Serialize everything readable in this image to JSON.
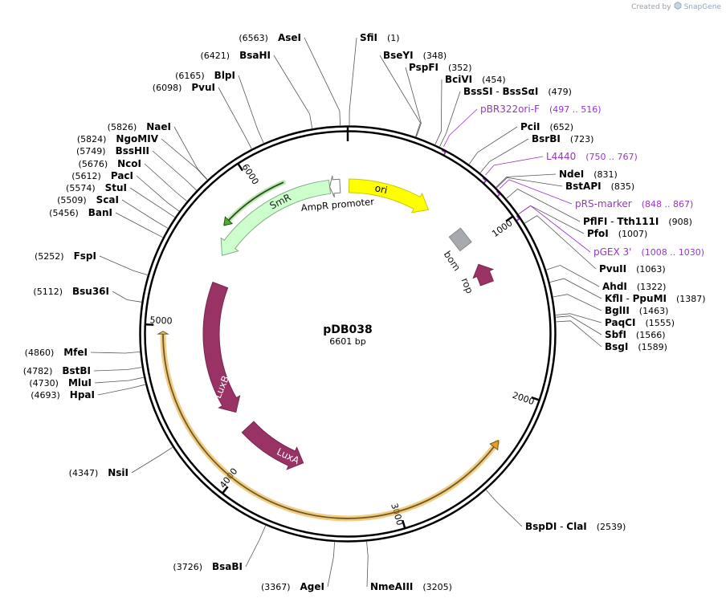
{
  "credit": {
    "prefix": "Created by",
    "brand": "SnapGene"
  },
  "plasmid": {
    "name": "pDB038",
    "length_label": "6601 bp",
    "length": 6601
  },
  "ticks": [
    "1000",
    "2000",
    "3000",
    "4000",
    "5000",
    "6000"
  ],
  "sites": [
    {
      "name": "SfiI",
      "pos": 1,
      "label": "(1)",
      "site_kind": "enzyme"
    },
    {
      "name": "BseYI",
      "pos": 348,
      "label": "(348)",
      "site_kind": "enzyme"
    },
    {
      "name": "PspFI",
      "pos": 352,
      "label": "(352)",
      "site_kind": "enzyme"
    },
    {
      "name": "BciVI",
      "pos": 454,
      "label": "(454)",
      "site_kind": "enzyme"
    },
    {
      "name": "BssSI",
      "name2": "BssSαI",
      "pos": 479,
      "label": "(479)",
      "site_kind": "enzyme"
    },
    {
      "name": "pBR322ori-F",
      "pos": 497,
      "label": "(497 .. 516)",
      "site_kind": "primer"
    },
    {
      "name": "PciI",
      "pos": 652,
      "label": "(652)",
      "site_kind": "enzyme"
    },
    {
      "name": "BsrBI",
      "pos": 723,
      "label": "(723)",
      "site_kind": "enzyme"
    },
    {
      "name": "L4440",
      "pos": 750,
      "label": "(750 .. 767)",
      "site_kind": "primer"
    },
    {
      "name": "NdeI",
      "pos": 831,
      "label": "(831)",
      "site_kind": "enzyme"
    },
    {
      "name": "BstAPI",
      "pos": 835,
      "label": "(835)",
      "site_kind": "enzyme"
    },
    {
      "name": "pRS-marker",
      "pos": 848,
      "label": "(848 .. 867)",
      "site_kind": "primer"
    },
    {
      "name": "PflFI",
      "name2": "Tth111I",
      "pos": 908,
      "label": "(908)",
      "site_kind": "enzyme"
    },
    {
      "name": "PfoI",
      "pos": 1007,
      "label": "(1007)",
      "site_kind": "enzyme"
    },
    {
      "name": "pGEX 3'",
      "pos": 1008,
      "label": "(1008 .. 1030)",
      "site_kind": "primer"
    },
    {
      "name": "PvuII",
      "pos": 1063,
      "label": "(1063)",
      "site_kind": "enzyme"
    },
    {
      "name": "AhdI",
      "pos": 1322,
      "label": "(1322)",
      "site_kind": "enzyme"
    },
    {
      "name": "KflI",
      "name2": "PpuMI",
      "pos": 1387,
      "label": "(1387)",
      "site_kind": "enzyme"
    },
    {
      "name": "BglII",
      "pos": 1463,
      "label": "(1463)",
      "site_kind": "enzyme"
    },
    {
      "name": "PaqCI",
      "pos": 1555,
      "label": "(1555)",
      "site_kind": "enzyme"
    },
    {
      "name": "SbfI",
      "pos": 1566,
      "label": "(1566)",
      "site_kind": "enzyme"
    },
    {
      "name": "BsgI",
      "pos": 1589,
      "label": "(1589)",
      "site_kind": "enzyme"
    },
    {
      "name": "BspDI",
      "name2": "ClaI",
      "pos": 2539,
      "label": "(2539)",
      "site_kind": "enzyme"
    },
    {
      "name": "NmeAIII",
      "pos": 3205,
      "label": "(3205)",
      "site_kind": "enzyme"
    },
    {
      "name": "AgeI",
      "pos": 3367,
      "label": "(3367)",
      "site_kind": "enzyme"
    },
    {
      "name": "BsaBI",
      "pos": 3726,
      "label": "(3726)",
      "site_kind": "enzyme"
    },
    {
      "name": "NsiI",
      "pos": 4347,
      "label": "(4347)",
      "site_kind": "enzyme"
    },
    {
      "name": "HpaI",
      "pos": 4693,
      "label": "(4693)",
      "site_kind": "enzyme"
    },
    {
      "name": "MluI",
      "pos": 4730,
      "label": "(4730)",
      "site_kind": "enzyme"
    },
    {
      "name": "BstBI",
      "pos": 4782,
      "label": "(4782)",
      "site_kind": "enzyme"
    },
    {
      "name": "MfeI",
      "pos": 4860,
      "label": "(4860)",
      "site_kind": "enzyme"
    },
    {
      "name": "Bsu36I",
      "pos": 5112,
      "label": "(5112)",
      "site_kind": "enzyme"
    },
    {
      "name": "FspI",
      "pos": 5252,
      "label": "(5252)",
      "site_kind": "enzyme"
    },
    {
      "name": "BanI",
      "pos": 5456,
      "label": "(5456)",
      "site_kind": "enzyme"
    },
    {
      "name": "ScaI",
      "pos": 5509,
      "label": "(5509)",
      "site_kind": "enzyme"
    },
    {
      "name": "StuI",
      "pos": 5574,
      "label": "(5574)",
      "site_kind": "enzyme"
    },
    {
      "name": "PacI",
      "pos": 5612,
      "label": "(5612)",
      "site_kind": "enzyme"
    },
    {
      "name": "NcoI",
      "pos": 5676,
      "label": "(5676)",
      "site_kind": "enzyme"
    },
    {
      "name": "BssHII",
      "pos": 5749,
      "label": "(5749)",
      "site_kind": "enzyme"
    },
    {
      "name": "NgoMIV",
      "pos": 5824,
      "label": "(5824)",
      "site_kind": "enzyme"
    },
    {
      "name": "NaeI",
      "pos": 5826,
      "label": "(5826)",
      "site_kind": "enzyme"
    },
    {
      "name": "PvuI",
      "pos": 6098,
      "label": "(6098)",
      "site_kind": "enzyme"
    },
    {
      "name": "BlpI",
      "pos": 6165,
      "label": "(6165)",
      "site_kind": "enzyme"
    },
    {
      "name": "BsaHI",
      "pos": 6421,
      "label": "(6421)",
      "site_kind": "enzyme"
    },
    {
      "name": "AseI",
      "pos": 6563,
      "label": "(6563)",
      "site_kind": "enzyme"
    }
  ],
  "features": [
    {
      "name": "ori",
      "label": "ori",
      "color": "#ffff00",
      "stroke": "#c8c800",
      "text_color": "#000000"
    },
    {
      "name": "AmpR promoter",
      "label": "AmpR promoter",
      "color": "#ffffff",
      "stroke": "#777777",
      "text_color": "#000000"
    },
    {
      "name": "SmR",
      "label": "SmR",
      "color": "#ccffcc",
      "stroke": "#88aa88",
      "text_color": "#222222"
    },
    {
      "name": "bom",
      "label": "bom",
      "color": "#a6aaae",
      "stroke": "#888888",
      "text_color": "#222222"
    },
    {
      "name": "rop",
      "label": "rop",
      "color": "#993366",
      "stroke": "#7a2450",
      "text_color": "#222222"
    },
    {
      "name": "LuxB",
      "label": "LuxB",
      "color": "#993366",
      "stroke": "#7a2450",
      "text_color": "#ffffff"
    },
    {
      "name": "LuxA",
      "label": "LuxA",
      "color": "#993366",
      "stroke": "#7a2450",
      "text_color": "#ffffff"
    }
  ],
  "colors": {
    "primer": "#9933cc",
    "backbone": "#000000",
    "orange_arc": "#f5cf78",
    "green_arc": "#55aa33"
  }
}
